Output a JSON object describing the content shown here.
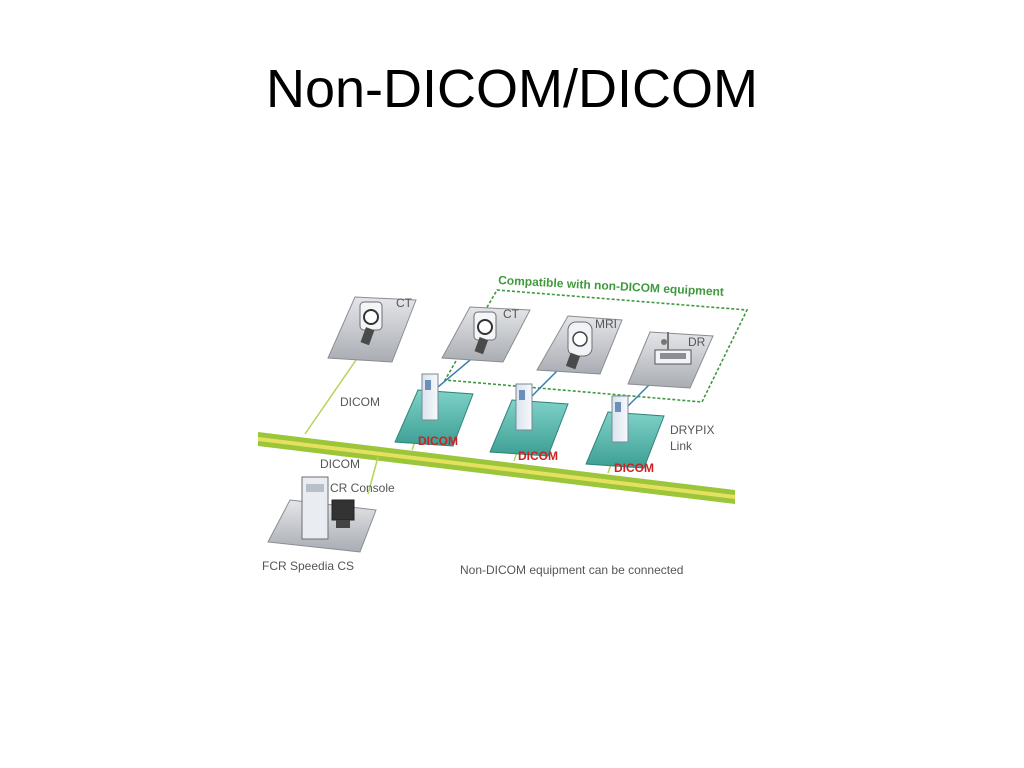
{
  "slide": {
    "title": "Non-DICOM/DICOM"
  },
  "diagram": {
    "compatible_label": "Compatible with non-DICOM equipment",
    "devices": {
      "ct_main": "CT",
      "ct_compat": "CT",
      "mri": "MRI",
      "dr": "DR",
      "drypix": "DRYPIX\nLink",
      "cr_console": "CR Console",
      "fcr": "FCR Speedia CS"
    },
    "connections": {
      "dicom_ct": "DICOM",
      "dicom_console": "DICOM",
      "dicom_1": "DICOM",
      "dicom_2": "DICOM",
      "dicom_3": "DICOM"
    },
    "footer_note": "Non-DICOM equipment can be connected",
    "colors": {
      "network_green": "#9cc63a",
      "network_yellow": "#e6e060",
      "dicom_red": "#cc2222",
      "compat_green": "#3f9a3f",
      "teal_pad": "#4fb8ad",
      "gray_pad": "#c9cbcf",
      "label_gray": "#555555"
    }
  }
}
